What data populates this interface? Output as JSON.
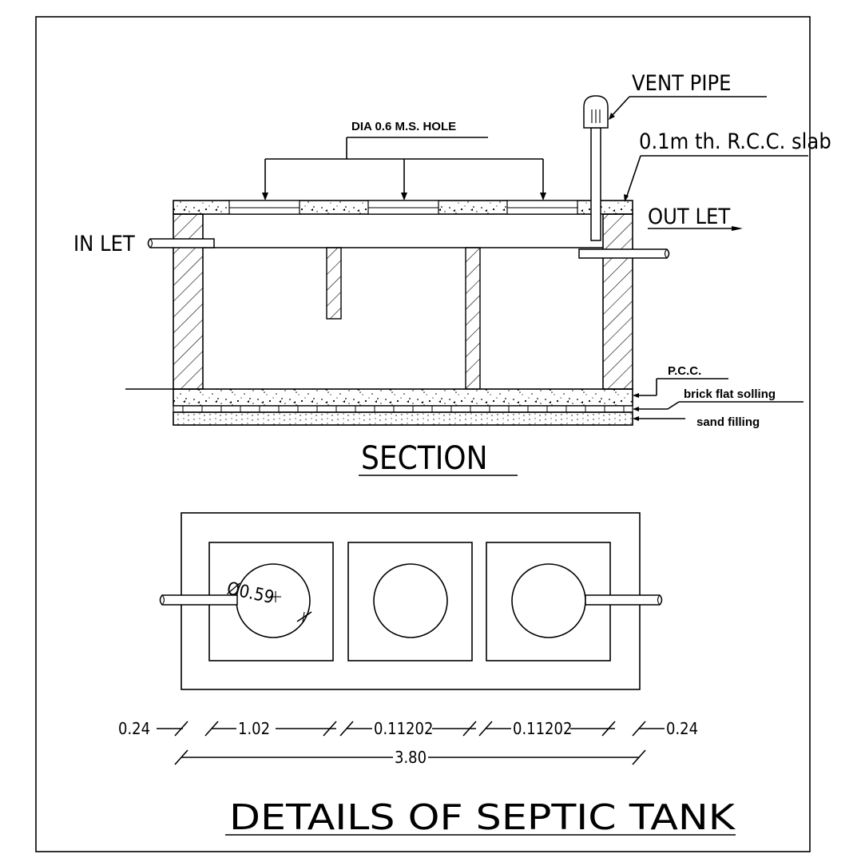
{
  "labels": {
    "vent_pipe": "VENT PIPE",
    "rcc_slab": "0.1m th. R.C.C. slab",
    "dia_hole": "DIA 0.6 M.S. HOLE",
    "inlet": "IN LET",
    "outlet": "OUT LET",
    "pcc": "P.C.C.",
    "brick_solling": "brick flat solling",
    "sand_filling": "sand filling",
    "section_title": "SECTION",
    "main_title": "DETAILS OF SEPTIC TANK",
    "diameter_note": "Ø0.59"
  },
  "dimensions": {
    "d1": "0.24",
    "d2": "1.02",
    "d3": "0.11202",
    "d4": "0.11202",
    "d5": "0.24",
    "total": "3.80"
  }
}
